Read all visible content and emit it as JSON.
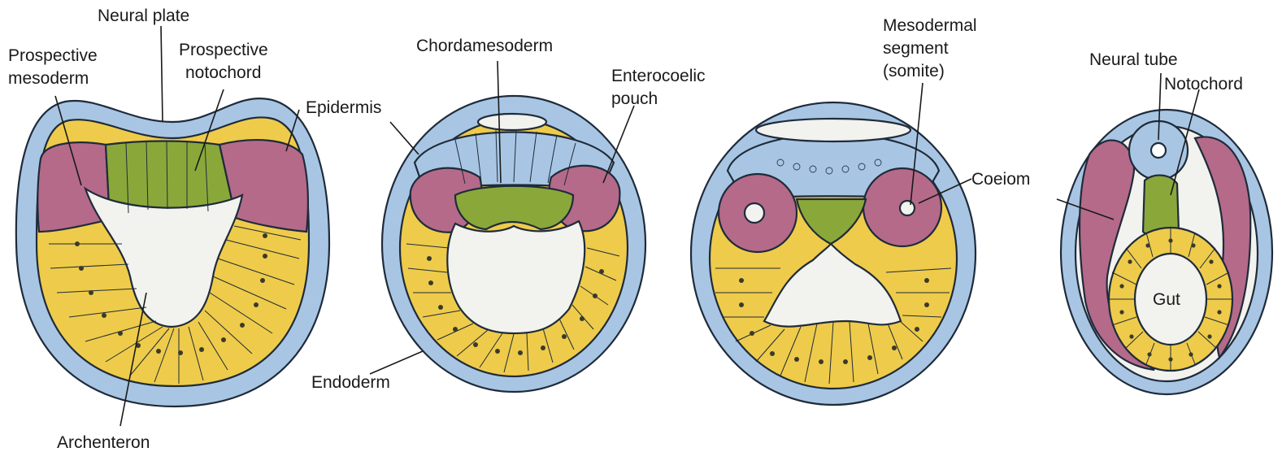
{
  "colors": {
    "epidermis": "#a8c6e4",
    "mesoderm": "#b56a8a",
    "notochord": "#8aa83a",
    "endoderm": "#eecb4a",
    "cavity": "#f2f2ee",
    "outline": "#1f2b3a"
  },
  "labels": {
    "neural_plate": "Neural plate",
    "prospective_mesoderm_1": "Prospective",
    "prospective_mesoderm_2": "mesoderm",
    "prospective_notochord_1": "Prospective",
    "prospective_notochord_2": "notochord",
    "epidermis": "Epidermis",
    "archenteron": "Archenteron",
    "chordamesoderm": "Chordamesoderm",
    "enterocoelic_pouch_1": "Enterocoelic",
    "enterocoelic_pouch_2": "pouch",
    "endoderm": "Endoderm",
    "mesodermal_segment_1": "Mesodermal",
    "mesodermal_segment_2": "segment",
    "mesodermal_segment_3": "(somite)",
    "coelom": "Coeiom",
    "neural_tube": "Neural tube",
    "notochord": "Notochord",
    "gut": "Gut"
  }
}
